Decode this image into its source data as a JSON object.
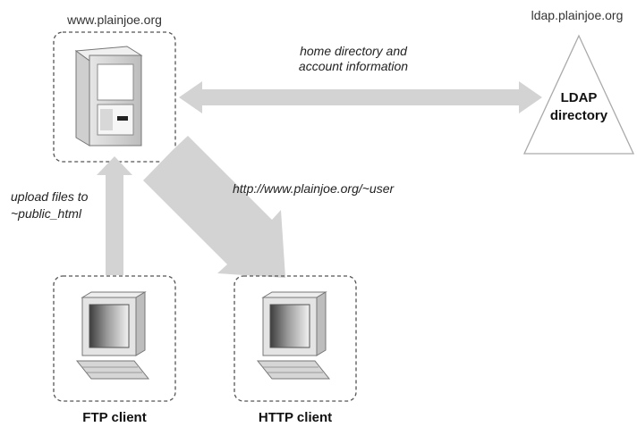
{
  "nodes": {
    "server": {
      "host": "www.plainjoe.org"
    },
    "ldap": {
      "host": "ldap.plainjoe.org",
      "line1": "LDAP",
      "line2": "directory"
    },
    "ftp_client": {
      "label": "FTP client"
    },
    "http_client": {
      "label": "HTTP client"
    }
  },
  "edges": {
    "server_ldap": {
      "line1": "home directory and",
      "line2": "account information"
    },
    "server_http": {
      "label": "http://www.plainjoe.org/~user"
    },
    "ftp_server": {
      "line1": "upload files to",
      "line2": "~public_html"
    }
  },
  "colors": {
    "arrow": "#d3d3d3",
    "dash": "#555555"
  }
}
